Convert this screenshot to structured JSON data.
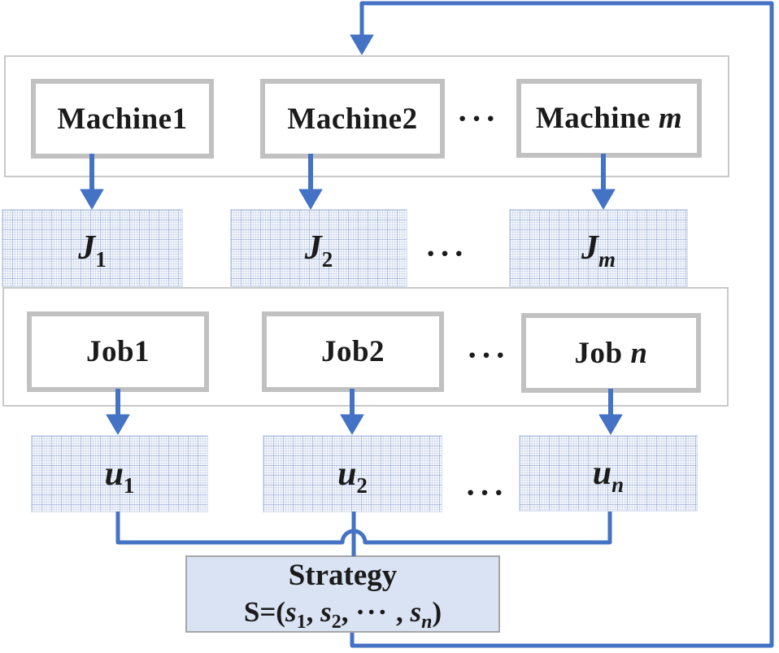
{
  "colors": {
    "accent_blue": "#4472C4",
    "panel_border_gray": "#C9C9C9",
    "box_border_gray": "#C1C1C1",
    "strategy_fill": "#DAE3F3",
    "strategy_border": "#A6A6A6"
  },
  "machines_panel": {
    "items": [
      {
        "label": "Machine1",
        "var": ""
      },
      {
        "label": "Machine2",
        "var": ""
      },
      {
        "label": "Machine ",
        "var": "m"
      }
    ],
    "ellipsis": "···"
  },
  "job_assignment_row": {
    "items": [
      {
        "base": "J",
        "sub": "1"
      },
      {
        "base": "J",
        "sub": "2"
      },
      {
        "base": "J",
        "sub": "m"
      }
    ],
    "ellipsis": "···"
  },
  "jobs_panel": {
    "items": [
      {
        "label": "Job1",
        "var": ""
      },
      {
        "label": "Job2",
        "var": ""
      },
      {
        "label": "Job ",
        "var": "n"
      }
    ],
    "ellipsis": "···"
  },
  "utility_row": {
    "items": [
      {
        "base": "u",
        "sub": "1"
      },
      {
        "base": "u",
        "sub": "2"
      },
      {
        "base": "u",
        "sub": "n"
      }
    ],
    "ellipsis": "···"
  },
  "strategy": {
    "title": "Strategy",
    "formula": {
      "lead": "S=(",
      "s1": "s",
      "s1_sub": "1",
      "comma1": ", ",
      "s2": "s",
      "s2_sub": "2",
      "comma2": ", ",
      "dots": "···",
      "comma3": " , ",
      "sn": "s",
      "sn_sub": "n",
      "close": ")"
    }
  }
}
